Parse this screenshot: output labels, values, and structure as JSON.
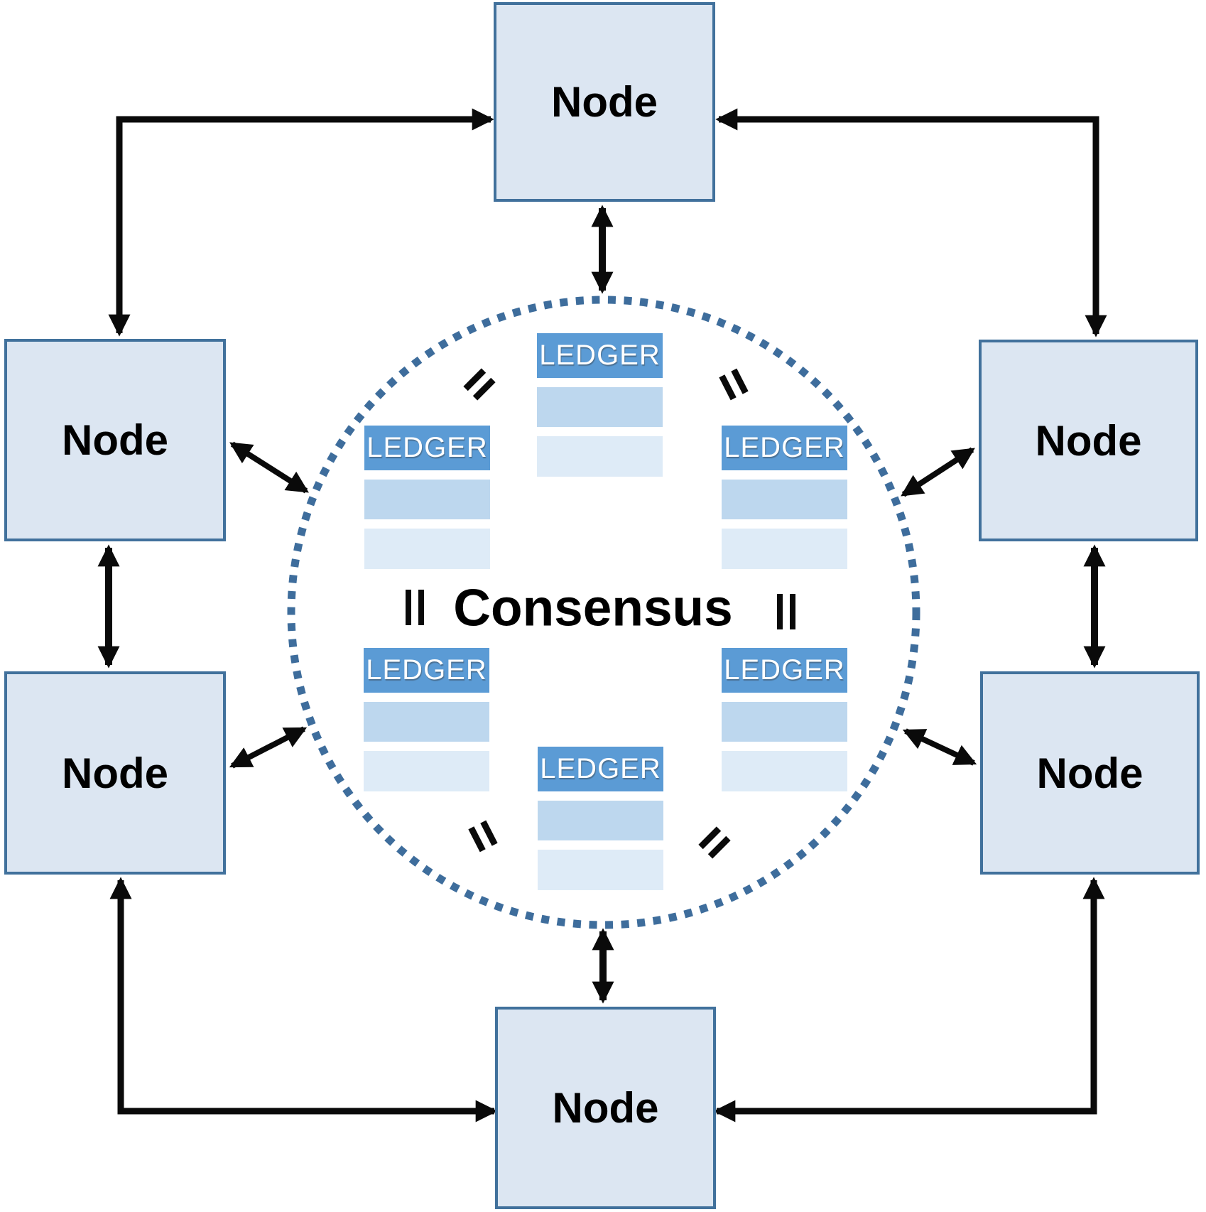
{
  "consensus": {
    "label": "Consensus"
  },
  "nodes": [
    {
      "id": "top",
      "label": "Node"
    },
    {
      "id": "upper-left",
      "label": "Node"
    },
    {
      "id": "upper-right",
      "label": "Node"
    },
    {
      "id": "lower-left",
      "label": "Node"
    },
    {
      "id": "lower-right",
      "label": "Node"
    },
    {
      "id": "bottom",
      "label": "Node"
    }
  ],
  "ledgers": [
    {
      "id": "top",
      "label": "LEDGER"
    },
    {
      "id": "upper-left",
      "label": "LEDGER"
    },
    {
      "id": "upper-right",
      "label": "LEDGER"
    },
    {
      "id": "lower-left",
      "label": "LEDGER"
    },
    {
      "id": "lower-right",
      "label": "LEDGER"
    },
    {
      "id": "bottom",
      "label": "LEDGER"
    }
  ],
  "marks": {
    "type": "equals-sign",
    "count": 6
  },
  "colors": {
    "node_fill": "#DCE6F2",
    "node_border": "#41719C",
    "ledger_header": "#5B9BD5",
    "ledger_row_medium": "#BDD7EE",
    "ledger_row_light": "#DEEBF7",
    "circle_dots": "#3E6D9C",
    "arrow": "#0A0A0A",
    "text": "#000000",
    "ledger_text": "#FFFFFF"
  }
}
